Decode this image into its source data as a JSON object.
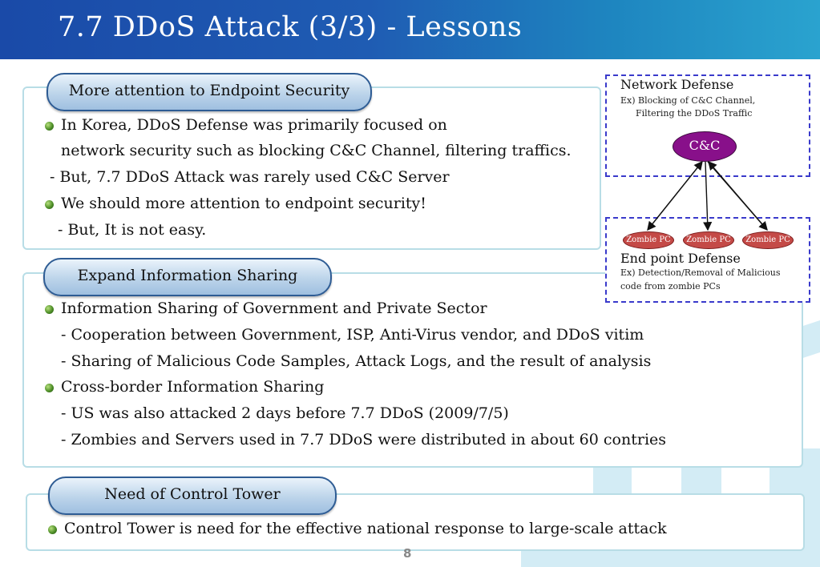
{
  "header": {
    "title": "7.7 DDoS Attack (3/3) - Lessons"
  },
  "section1": {
    "heading": "More attention to Endpoint Security",
    "lines": [
      "In Korea, DDoS Defense was primarily focused on",
      "network security such as blocking C&C Channel, filtering traffics.",
      "- But, 7.7 DDoS Attack was rarely used C&C Server",
      "We should more attention to endpoint security!",
      "- But, It is not easy."
    ]
  },
  "section2": {
    "heading": "Expand Information Sharing",
    "lines": [
      "Information Sharing of Government and Private Sector",
      "- Cooperation between Government, ISP, Anti-Virus vendor, and DDoS vitim",
      "- Sharing of Malicious Code Samples, Attack Logs, and the result of analysis",
      "Cross-border Information Sharing",
      "- US was also attacked 2 days before 7.7 DDoS (2009/7/5)",
      "- Zombies and Servers used in 7.7 DDoS were distributed in about 60 contries"
    ]
  },
  "section3": {
    "heading": "Need of Control Tower",
    "lines": [
      "Control Tower is need for the effective national response to large-scale attack"
    ]
  },
  "diagram": {
    "network_title": "Network Defense",
    "network_desc_1": "Ex) Blocking of C&C Channel,",
    "network_desc_2": "Filtering the DDoS Traffic",
    "cnc_label": "C&C",
    "zombies": [
      "Zombie PC",
      "Zombie PC",
      "Zombie PC"
    ],
    "endpoint_title": "End point Defense",
    "endpoint_desc_1": "Ex) Detection/Removal of Malicious",
    "endpoint_desc_2": "code from zombie PCs"
  },
  "footer": {
    "page_number": "8"
  },
  "colors": {
    "header_start": "#1a4aa8",
    "header_end": "#2aa3cf",
    "cnc": "#88108a",
    "zombie": "#c44a47",
    "bullet": "#4f8f28",
    "dashed_border": "#3a3acb"
  }
}
